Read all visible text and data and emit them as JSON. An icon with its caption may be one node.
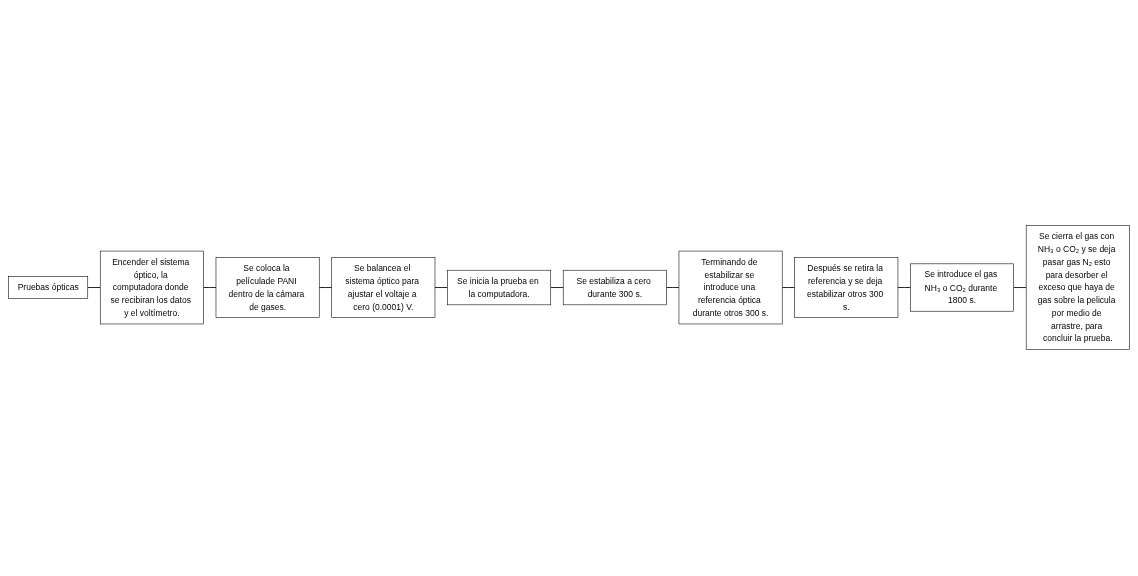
{
  "diagram": {
    "nodes": [
      {
        "text": [
          "Pruebas ópticas"
        ]
      },
      {
        "text": [
          "Encender el sistema óptico, la computadora donde se recibiran los datos y el voltímetro."
        ]
      },
      {
        "text": [
          "Se coloca la películade PANI dentro de la cámara de gases."
        ]
      },
      {
        "text": [
          "Se balancea el sistema óptico para ajustar el voltaje a cero (0.0001) V."
        ]
      },
      {
        "text": [
          "Se inicia la prueba en la computadora."
        ]
      },
      {
        "text": [
          "Se estabiliza a cero durante 300 s."
        ]
      },
      {
        "text": [
          "Terminando de estabilizar se introduce una referencia óptica durante otros 300 s."
        ]
      },
      {
        "text": [
          "Después se retira la referencia y se deja estabilizar otros 300 s."
        ]
      },
      {
        "text": [
          "Se introduce el gas NH₃ o CO₂ durante 1800 s."
        ]
      },
      {
        "text": [
          "Se cierra el gas con NH₃ o CO₂ y se deja pasar gas N₂ esto para desorber el exceso que haya de gas sobre la pelicula por medio de arrastre, para concluir la prueba."
        ]
      }
    ],
    "edges": [
      {
        "from": 0,
        "to": 1,
        "arrow": "none"
      },
      {
        "from": 1,
        "to": 2,
        "arrow": "none"
      },
      {
        "from": 2,
        "to": 3,
        "arrow": "none"
      },
      {
        "from": 3,
        "to": 4,
        "arrow": "none"
      },
      {
        "from": 4,
        "to": 5,
        "arrow": "none"
      },
      {
        "from": 5,
        "to": 6,
        "arrow": "none"
      },
      {
        "from": 6,
        "to": 7,
        "arrow": "none"
      },
      {
        "from": 7,
        "to": 8,
        "arrow": "none"
      },
      {
        "from": 8,
        "to": 9,
        "arrow": "none"
      }
    ]
  }
}
